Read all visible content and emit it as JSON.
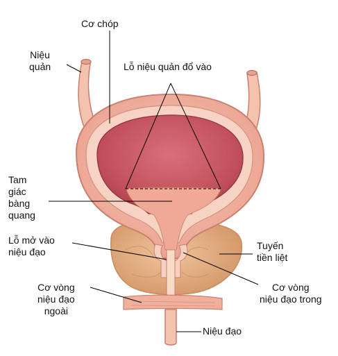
{
  "labels": {
    "co_chop": "Cơ chóp",
    "nieu_quan": [
      "Niệu",
      "quản"
    ],
    "lo_nieu_quan": "Lỗ niệu quản đổ vào",
    "tam_giac": [
      "Tam",
      "giác",
      "bàng",
      "quang"
    ],
    "lo_mo": [
      "Lỗ mở vào",
      "niệu đạo"
    ],
    "tuyen_tien_liet": [
      "Tuyến",
      "tiền liệt"
    ],
    "co_vong_ngoai": [
      "Cơ vòng",
      "niệu đạo",
      "ngoài"
    ],
    "co_vong_trong": [
      "Cơ vòng",
      "niệu đạo trong"
    ],
    "nieu_dao": "Niệu đạo"
  },
  "colors": {
    "outer_wall": "#f0b3a3",
    "wall_stroke": "#c98070",
    "inner_lining": "#c2505a",
    "inner_dark": "#a83d48",
    "muscle_layer": "#f6d3c2",
    "trigone": "#f1a997",
    "prostate": "#e9b58a",
    "prostate_dark": "#c88b5e",
    "ureter": "#f3c3ad",
    "leader_line": "#000000"
  }
}
